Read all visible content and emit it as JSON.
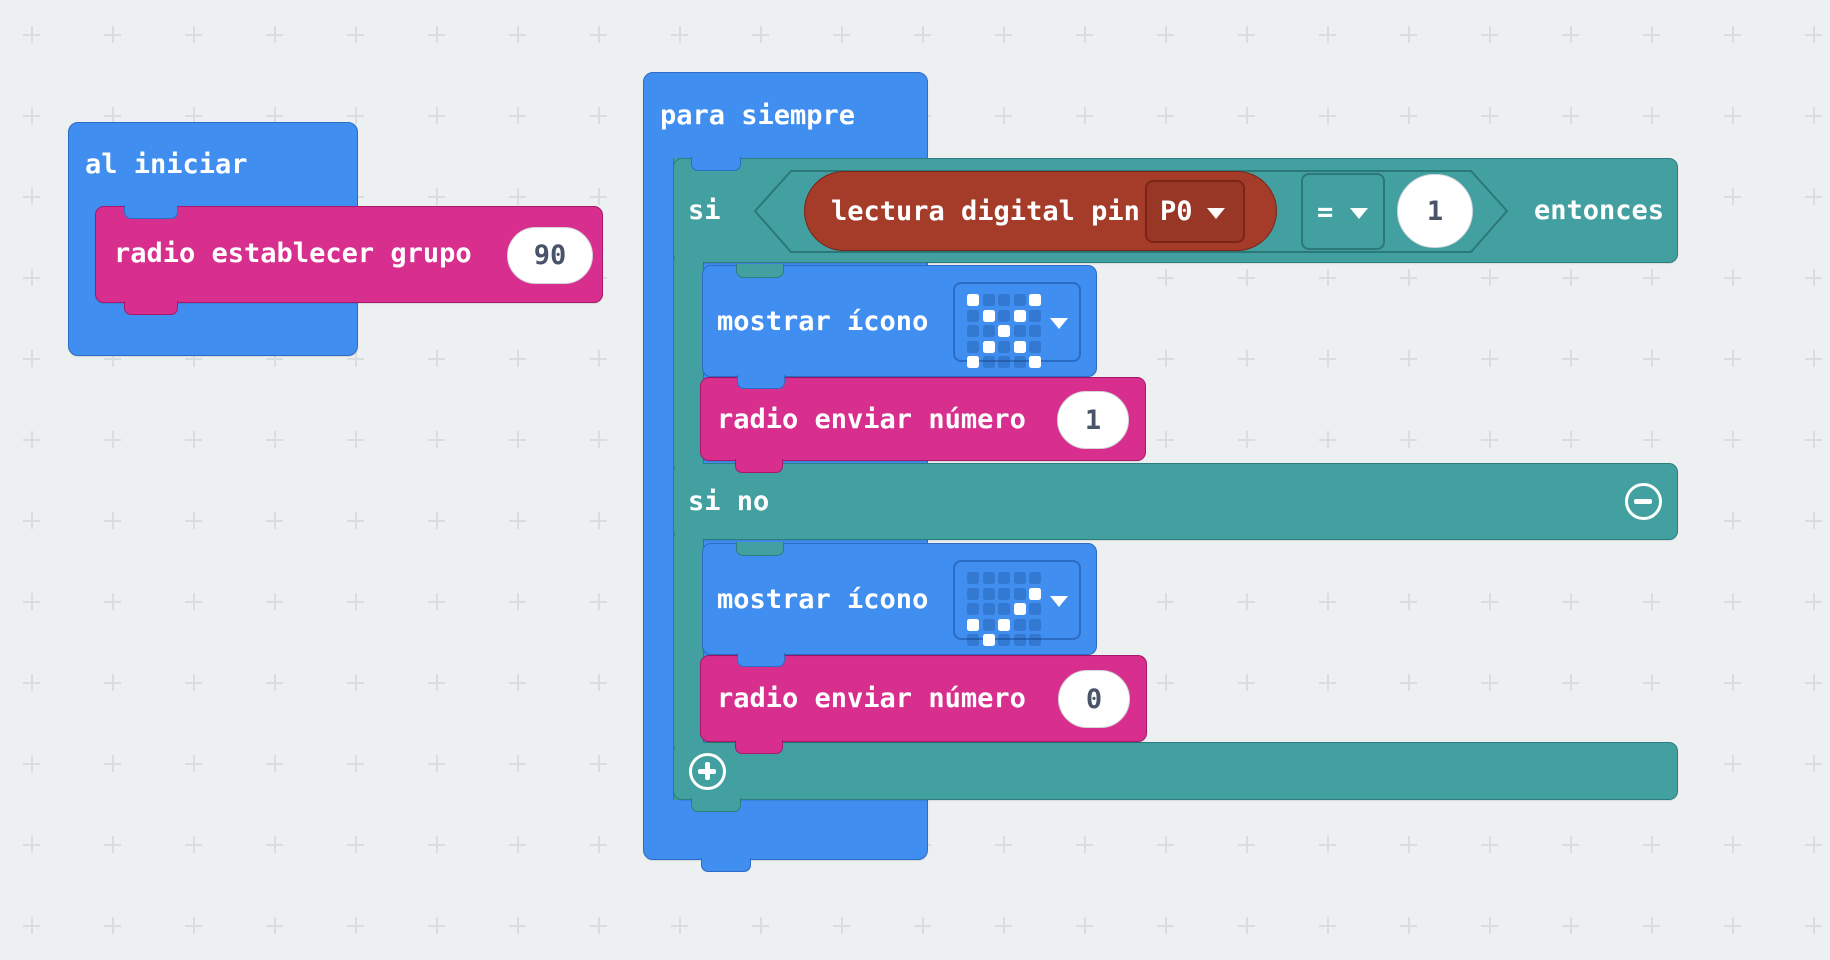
{
  "workspace": {
    "background_color": "#edf0f1",
    "grid_mark_color": "#d9dde0"
  },
  "palette": {
    "basic_blue": "#3f8ef0",
    "basic_blue_border": "#2d6cc6",
    "logic_teal": "#43a0a0",
    "logic_teal_border": "#2e7d7d",
    "radio_pink": "#d82e8e",
    "radio_pink_border": "#a5186b",
    "pins_red": "#a53c2a",
    "pins_red_border": "#7c2416",
    "value_text": "#4a5468"
  },
  "blocks": {
    "on_start": {
      "label": "al iniciar"
    },
    "radio_set_group": {
      "label": "radio establecer grupo",
      "value": "90"
    },
    "forever": {
      "label": "para siempre"
    },
    "if_block": {
      "if_label": "si",
      "then_label": "entonces",
      "else_label": "si no",
      "condition": {
        "read_label": "lectura digital pin",
        "pin": "P0",
        "operator": "=",
        "value": "1"
      },
      "remove_branch_icon": "minus-circle",
      "add_branch_icon": "plus-circle"
    },
    "then_branch": {
      "show_icon": {
        "label": "mostrar ícono",
        "icon_name": "no-cross",
        "pattern": [
          [
            1,
            0,
            0,
            0,
            1
          ],
          [
            0,
            1,
            0,
            1,
            0
          ],
          [
            0,
            0,
            1,
            0,
            0
          ],
          [
            0,
            1,
            0,
            1,
            0
          ],
          [
            1,
            0,
            0,
            0,
            1
          ]
        ]
      },
      "radio_send": {
        "label": "radio enviar número",
        "value": "1"
      }
    },
    "else_branch": {
      "show_icon": {
        "label": "mostrar ícono",
        "icon_name": "yes-check",
        "pattern": [
          [
            0,
            0,
            0,
            0,
            0
          ],
          [
            0,
            0,
            0,
            0,
            1
          ],
          [
            0,
            0,
            0,
            1,
            0
          ],
          [
            1,
            0,
            1,
            0,
            0
          ],
          [
            0,
            1,
            0,
            0,
            0
          ]
        ]
      },
      "radio_send": {
        "label": "radio enviar número",
        "value": "0"
      }
    }
  }
}
